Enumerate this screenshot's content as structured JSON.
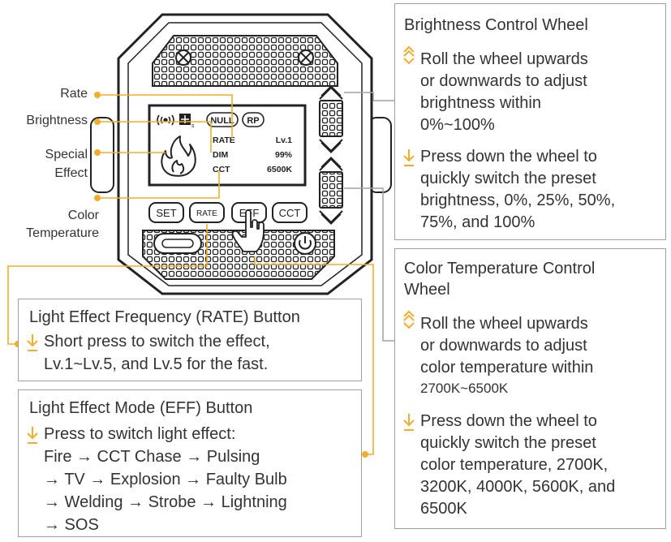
{
  "callouts": {
    "rate": "Rate",
    "brightness": "Brightness",
    "special_effect_1": "Special",
    "special_effect_2": "Effect",
    "color_temp_1": "Color",
    "color_temp_2": "Temperature"
  },
  "screen": {
    "null_tag": "NULL",
    "rp_tag": "RP",
    "row_labels": [
      "RATE",
      "DIM",
      "CCT"
    ],
    "row_values": [
      "Lv.1",
      "99%",
      "6500K"
    ]
  },
  "buttons": {
    "set": "SET",
    "rate": "RATE",
    "eff": "EFF",
    "cct": "CCT"
  },
  "brightness_box": {
    "title": "Brightness Control Wheel",
    "roll_lines": [
      "Roll the wheel upwards",
      "or downwards to adjust",
      "brightness within",
      "0%~100%"
    ],
    "press_lines": [
      "Press down the wheel to",
      "quickly switch the preset",
      "brightness, 0%, 25%, 50%,",
      "75%, and 100%"
    ]
  },
  "cct_box": {
    "title_lines": [
      "Color Temperature Control",
      "Wheel"
    ],
    "roll_lines": [
      "Roll the wheel upwards",
      "or downwards to adjust",
      "color temperature within",
      "2700K~6500K"
    ],
    "press_lines": [
      "Press down the wheel to",
      "quickly switch the preset",
      "color temperature, 2700K,",
      "3200K, 4000K, 5600K, and",
      "6500K"
    ]
  },
  "rate_box": {
    "title": "Light Effect Frequency (RATE) Button",
    "lines": [
      "Short press to switch the effect,",
      "Lv.1~Lv.5, and Lv.5 for the fast."
    ]
  },
  "eff_box": {
    "title": "Light Effect Mode (EFF) Button",
    "lines": [
      "Press to switch light effect:",
      "Fire → CCT Chase → Pulsing",
      "→ TV → Explosion → Faulty Bulb",
      "→ Welding → Strobe → Lightning",
      "→ SOS"
    ]
  },
  "colors": {
    "accent": "#f2ad2a",
    "border": "#a0a0a0",
    "ink": "#333333"
  }
}
